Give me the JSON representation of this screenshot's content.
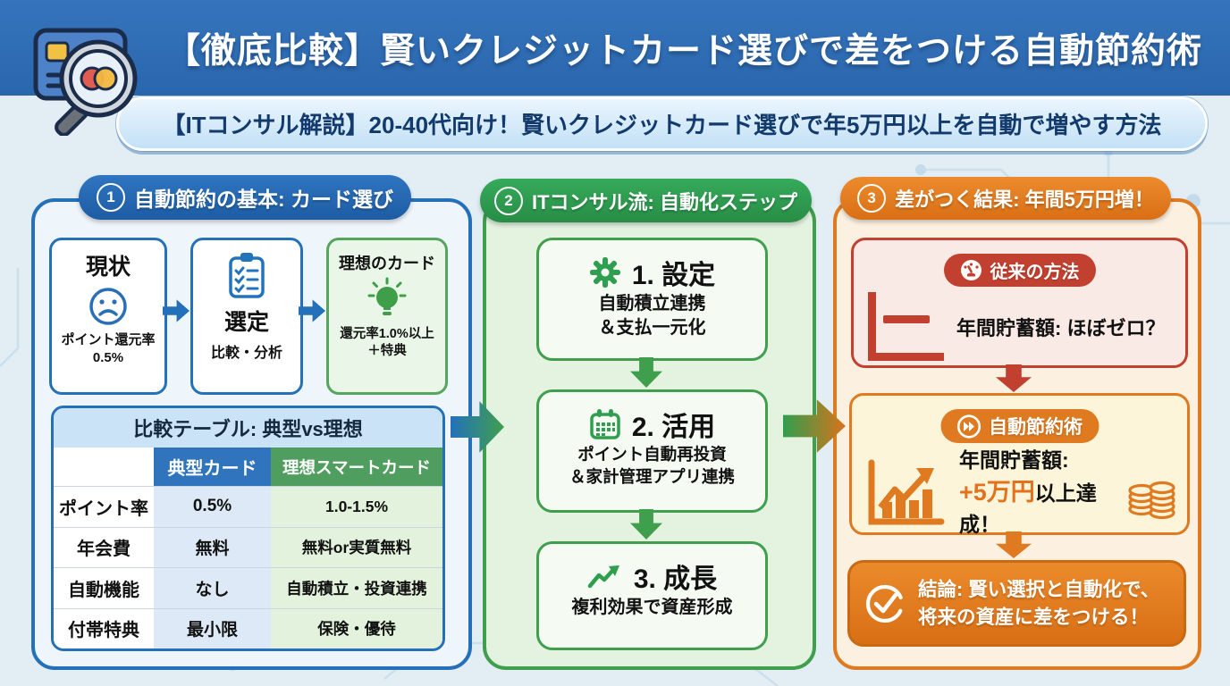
{
  "header": {
    "title": "【徹底比較】賢いクレジットカード選びで差をつける自動節約術",
    "subtitle": "【ITコンサル解説】20-40代向け！賢いクレジットカード選びで年5万円以上を自動で増やす方法",
    "logo_icon": "credit-card-magnifier-icon"
  },
  "colors": {
    "banner_blue": "#2d6bb2",
    "blue": "#2471ba",
    "green": "#3f9f4d",
    "orange": "#df7a20",
    "red": "#c2402f",
    "background": "#e3edf4"
  },
  "col1": {
    "number": "1",
    "title": "自動節約の基本: カード選び",
    "flow": {
      "current": {
        "title": "現状",
        "icon": "sad-face-icon",
        "line1": "ポイント還元率",
        "line2": "0.5%"
      },
      "select": {
        "icon": "clipboard-checklist-icon",
        "title": "選定",
        "subtitle": "比較・分析"
      },
      "ideal": {
        "title": "理想のカード",
        "icon": "lightbulb-icon",
        "line1": "還元率1.0%以上",
        "line2": "＋特典"
      }
    },
    "table": {
      "title": "比較テーブル: 典型vs理想",
      "columns": [
        "",
        "典型カード",
        "理想スマートカード"
      ],
      "rows": [
        {
          "label": "ポイント率",
          "typical": "0.5%",
          "ideal": "1.0-1.5%"
        },
        {
          "label": "年会費",
          "typical": "無料",
          "ideal": "無料or実質無料"
        },
        {
          "label": "自動機能",
          "typical": "なし",
          "ideal": "自動積立・投資連携"
        },
        {
          "label": "付帯特典",
          "typical": "最小限",
          "ideal": "保険・優待"
        }
      ]
    }
  },
  "col2": {
    "number": "2",
    "title": "ITコンサル流: 自動化ステップ",
    "steps": [
      {
        "icon": "gear-icon",
        "title": "1. 設定",
        "line1": "自動積立連携",
        "line2": "＆支払一元化"
      },
      {
        "icon": "calendar-icon",
        "title": "2. 活用",
        "line1": "ポイント自動再投資",
        "line2": "＆家計管理アプリ連携"
      },
      {
        "icon": "trend-up-icon",
        "title": "3. 成長",
        "line1": "複利効果で資産形成",
        "line2": ""
      }
    ]
  },
  "col3": {
    "number": "3",
    "title": "差がつく結果: 年間5万円増！",
    "traditional": {
      "badge": "従来の方法",
      "badge_icon": "gauge-icon",
      "chart_icon": "flat-line-chart-icon",
      "text": "年間貯蓄額: ほぼゼロ？"
    },
    "auto": {
      "badge": "自動節約術",
      "badge_icon": "fast-forward-icon",
      "chart_icon": "growth-bar-chart-icon",
      "coins_icon": "coins-icon",
      "line1": "年間貯蓄額:",
      "highlight": "+5万円",
      "line2_rest": "以上達成！"
    },
    "conclusion": {
      "icon": "check-circle-icon",
      "line1": "結論: 賢い選択と自動化で、",
      "line2": "将来の資産に差をつける！"
    }
  }
}
